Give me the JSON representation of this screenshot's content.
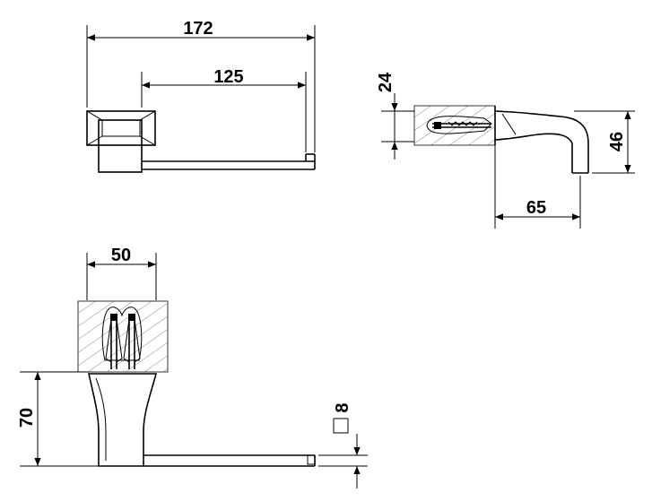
{
  "dimensions": {
    "overall_length": "172",
    "bar_length": "125",
    "wall_block_height": "24",
    "side_height": "46",
    "projection": "65",
    "width": "50",
    "front_height": "70",
    "bar_section": "8"
  },
  "colors": {
    "line": "#000000",
    "hatch": "#555555",
    "background": "#ffffff"
  }
}
